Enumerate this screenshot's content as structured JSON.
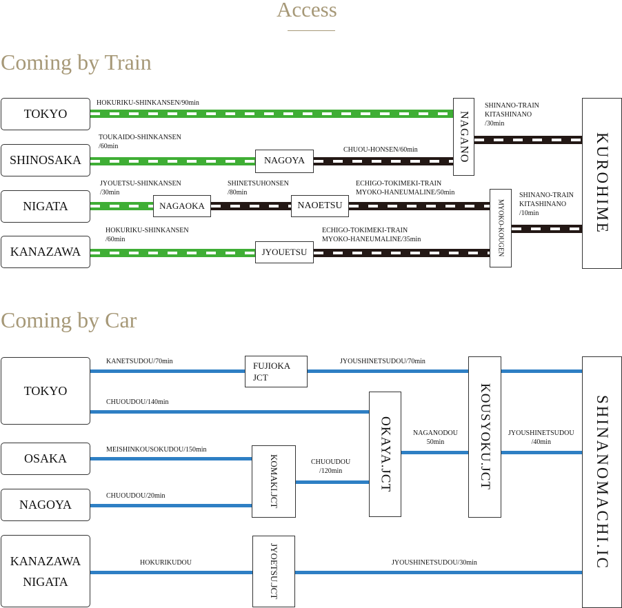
{
  "page_title": "Access",
  "train": {
    "heading": "Coming by Train",
    "origins": [
      "TOKYO",
      "SHINOSAKA",
      "NIGATA",
      "KANAZAWA"
    ],
    "stations": {
      "nagano": "NAGANO",
      "nagoya": "NAGOYA",
      "nagaoka": "NAGAOKA",
      "naoetsu": "NAOETSU",
      "jyouetsu": "JYOUETSU",
      "myoko_kougen": "MYOKO-KOUGEN",
      "kurohime": "KUROHIME"
    },
    "lines": {
      "tokyo_nagano": "HOKURIKU-SHINKANSEN/90min",
      "nagano_kurohime": [
        "SHINANO-TRAIN",
        "KITASHINANO",
        "/30min"
      ],
      "shinosaka_nagoya": [
        "TOUKAIDO-SHINKANSEN",
        "/60min"
      ],
      "nagoya_nagano": "CHUOU-HONSEN/60min",
      "nigata_nagaoka": [
        "JYOUETSU-SHINKANSEN",
        "/30min"
      ],
      "nagaoka_naoetsu": [
        "SHINETSUHONSEN",
        "/80min"
      ],
      "naoetsu_myoko": [
        "ECHIGO-TOKIMEKI-TRAIN",
        "MYOKO-HANEUMALINE/50min"
      ],
      "myoko_kurohime": [
        "SHINANO-TRAIN",
        "KITASHINANO",
        "/10min"
      ],
      "kanazawa_jyouetsu": [
        "HOKURIKU-SHINKANSEN",
        "/60min"
      ],
      "jyouetsu_myoko": [
        "ECHIGO-TOKIMEKI-TRAIN",
        "MYOKO-HANEUMALINE/35min"
      ]
    }
  },
  "car": {
    "heading": "Coming by Car",
    "origins": [
      "TOKYO",
      "OSAKA",
      "NAGOYA",
      [
        "KANAZAWA",
        "NIGATA"
      ]
    ],
    "junctions": {
      "fujioka": [
        "FUJIOKA",
        "JCT"
      ],
      "okaya": "OKAYA.JCT",
      "kousyoku": "KOUSYOKU.JCT",
      "komaki": "KOMAKI.JCT",
      "jyoetsu": "JYOETSU.JCT",
      "shinanomachi": "SHINANOMACHI.IC"
    },
    "roads": {
      "tokyo_fujioka": "KANETSUDOU/70min",
      "fujioka_kousyoku": "JYOUSHINETSUDOU/70min",
      "tokyo_okaya": "CHUOUDOU/140min",
      "okaya_kousyoku": [
        "NAGANODOU",
        "50min"
      ],
      "kousyoku_shinanomachi": [
        "JYOUSHINETSUDOU",
        "/40min"
      ],
      "osaka_komaki": "MEISHINKOUSOKUDOU/150min",
      "komaki_okaya": [
        "CHUOUDOU",
        "/120min"
      ],
      "nagoya_komaki": "CHUOUDOU/20min",
      "kanazawa_jyoetsu": "HOKURIKUDOU",
      "jyoetsu_shinanomachi": "JYOUSHINETSUDOU/30min"
    }
  },
  "colors": {
    "title": "#a69877",
    "shinkansen": "#3fae35",
    "local_train": "#231815",
    "expressway": "#2e7fc4"
  }
}
